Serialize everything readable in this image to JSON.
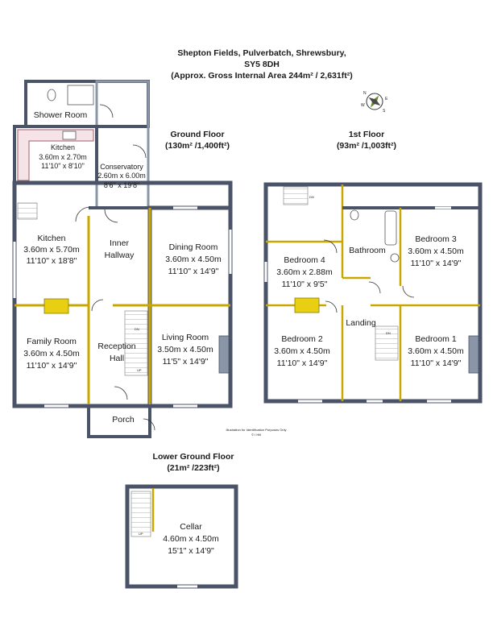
{
  "header": {
    "line1": "Shepton Fields, Pulverbatch, Shrewsbury,",
    "line2": "SY5 8DH",
    "line3": "(Approx. Gross Internal Area 244m² / 2,631ft²)"
  },
  "floors": {
    "ground": {
      "title": "Ground Floor",
      "area": "(130m² /1,400ft²)"
    },
    "first": {
      "title": "1st Floor",
      "area": "(93m² /1,003ft²)"
    },
    "lower": {
      "title": "Lower Ground Floor",
      "area": "(21m² /223ft²)"
    }
  },
  "rooms": {
    "shower": {
      "name": "Shower Room"
    },
    "kitchen_small": {
      "name": "Kitchen",
      "metric": "3.60m x 2.70m",
      "imperial": "11'10\" x 8'10\""
    },
    "conservatory": {
      "name": "Conservatory",
      "metric": "2.60m x 6.00m",
      "imperial": "8'6\" x 19'8\""
    },
    "kitchen": {
      "name": "Kitchen",
      "metric": "3.60m x 5.70m",
      "imperial": "11'10\" x 18'8\""
    },
    "inner_hallway": {
      "line1": "Inner",
      "line2": "Hallway"
    },
    "dining": {
      "name": "Dining Room",
      "metric": "3.60m x 4.50m",
      "imperial": "11'10\" x 14'9\""
    },
    "family": {
      "name": "Family Room",
      "metric": "3.60m x 4.50m",
      "imperial": "11'10\" x 14'9\""
    },
    "reception": {
      "line1": "Reception",
      "line2": "Hall"
    },
    "living": {
      "name": "Living Room",
      "metric": "3.50m x 4.50m",
      "imperial": "11'5\" x 14'9\""
    },
    "porch": {
      "name": "Porch"
    },
    "bedroom4": {
      "name": "Bedroom 4",
      "metric": "3.60m x 2.88m",
      "imperial": "11'10\" x 9'5\""
    },
    "bathroom": {
      "name": "Bathroom"
    },
    "bedroom3": {
      "name": "Bedroom 3",
      "metric": "3.60m x 4.50m",
      "imperial": "11'10\" x 14'9\""
    },
    "landing": {
      "name": "Landing"
    },
    "bedroom2": {
      "name": "Bedroom 2",
      "metric": "3.60m x 4.50m",
      "imperial": "11'10\" x 14'9\""
    },
    "bedroom1": {
      "name": "Bedroom 1",
      "metric": "3.60m x 4.50m",
      "imperial": "11'10\" x 14'9\""
    },
    "cellar": {
      "name": "Cellar",
      "metric": "4.60m x 4.50m",
      "imperial": "15'1\" x 14'9\""
    }
  },
  "stair_labels": {
    "down": "DN",
    "up": "UP"
  },
  "compass": {
    "north": "N",
    "east": "E",
    "south": "S",
    "west": "W"
  },
  "disclaimer": {
    "line1": "Illustration for Identification Purposes Only",
    "line2": "© I Hill"
  },
  "colors": {
    "wall": "#4a5368",
    "wall_inner": "#c8a800",
    "chimney": "#e9cf12",
    "window": "#8a96a8"
  }
}
